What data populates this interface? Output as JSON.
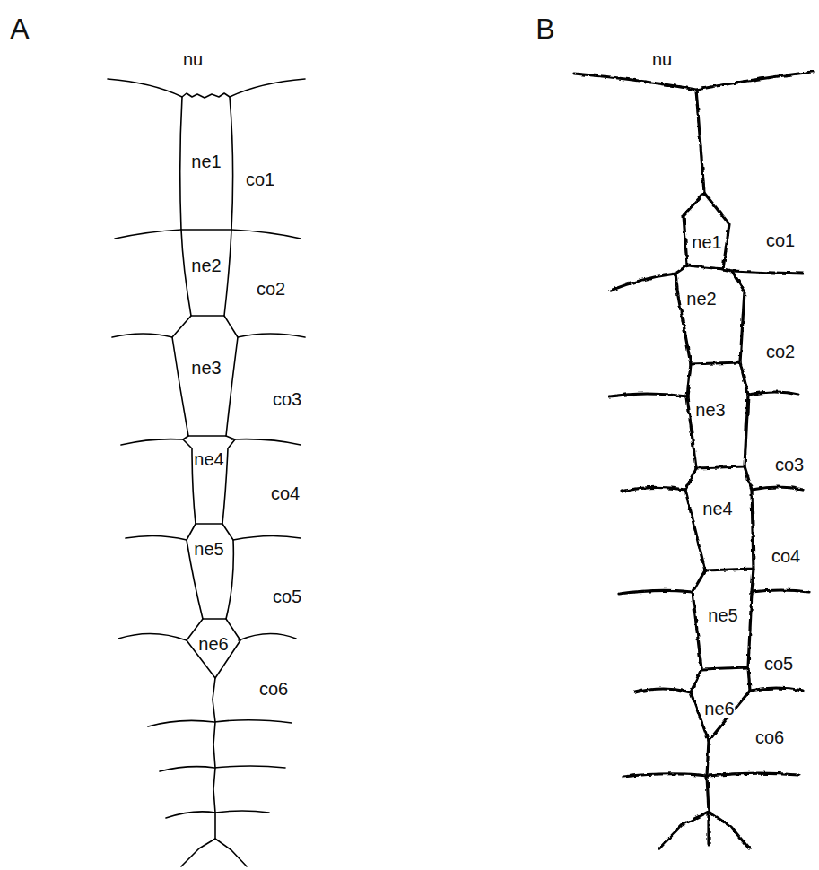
{
  "diagram": {
    "labels": [
      "A",
      "nu",
      "ne1",
      "co1",
      "ne2",
      "co2",
      "ne3",
      "co3",
      "ne4",
      "co4",
      "ne5",
      "co5",
      "ne6",
      "co6",
      "B",
      "nu",
      "ne1",
      "co1",
      "ne2",
      "co2",
      "ne3",
      "co3",
      "ne4",
      "co4",
      "ne5",
      "co5",
      "ne6",
      "co6"
    ]
  }
}
